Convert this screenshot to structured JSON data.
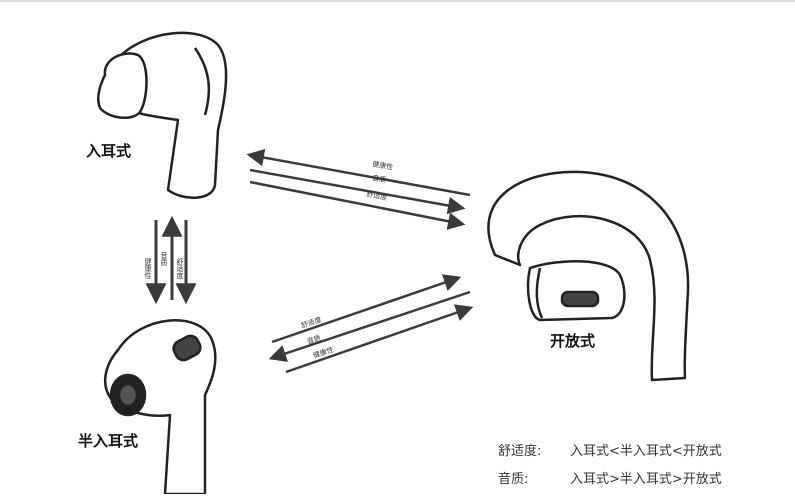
{
  "labels": {
    "in_ear": "入耳式",
    "half_in_ear": "半入耳式",
    "open": "开放式"
  },
  "arrows": {
    "health": "健康性",
    "sound": "音质",
    "comfort": "舒适度"
  },
  "legend": {
    "comfort_key": "舒适度:",
    "comfort_value": "入耳式<半入耳式<开放式",
    "sound_key": "音质:",
    "sound_value": "入耳式>半入耳式>开放式"
  },
  "colors": {
    "stroke": "#222222",
    "arrow": "#3a3a3a"
  }
}
